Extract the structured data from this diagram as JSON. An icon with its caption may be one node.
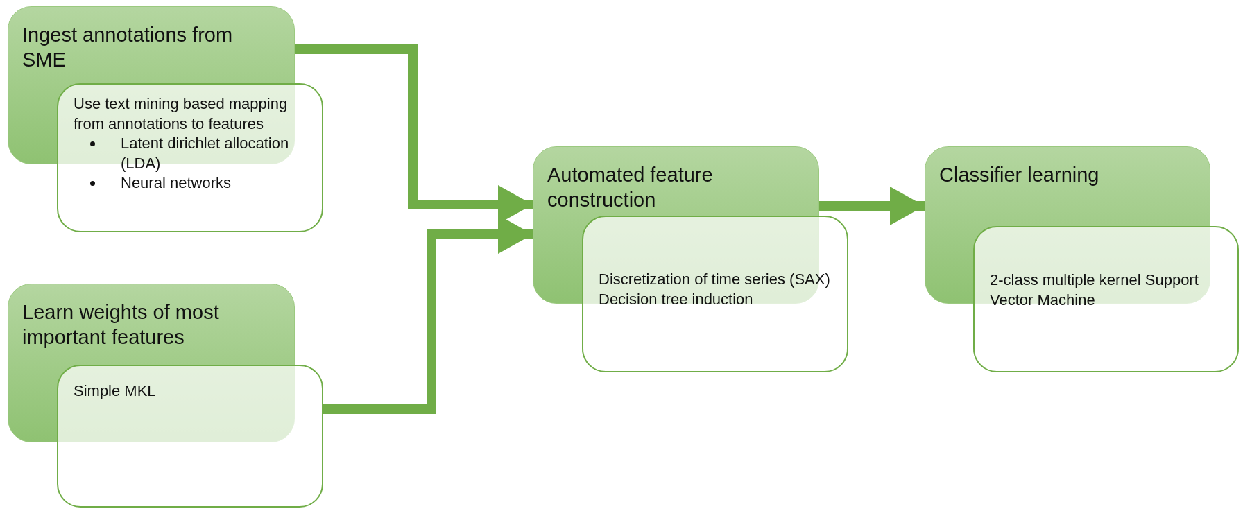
{
  "diagram": {
    "nodes": [
      {
        "text": [
          "Ingest annotations from SME"
        ]
      },
      {
        "text": [
          "Use text mining based mapping from annotations to features",
          "Latent dirichlet allocation (LDA)",
          "Neural networks"
        ]
      },
      {
        "text": [
          "Learn weights of most important features"
        ]
      },
      {
        "text": [
          "Simple MKL"
        ]
      },
      {
        "text": [
          "Automated feature construction"
        ]
      },
      {
        "text": [
          "Discretization of time series (SAX)",
          "Decision tree induction"
        ]
      },
      {
        "text": [
          "Classifier learning"
        ]
      },
      {
        "text": [
          "2-class multiple kernel Support Vector Machine"
        ]
      }
    ],
    "edges": [
      {
        "from": 0,
        "to": 4,
        "arrow": "to"
      },
      {
        "from": 3,
        "to": 4,
        "arrow": "to"
      },
      {
        "from": 4,
        "to": 6,
        "arrow": "to"
      }
    ]
  }
}
